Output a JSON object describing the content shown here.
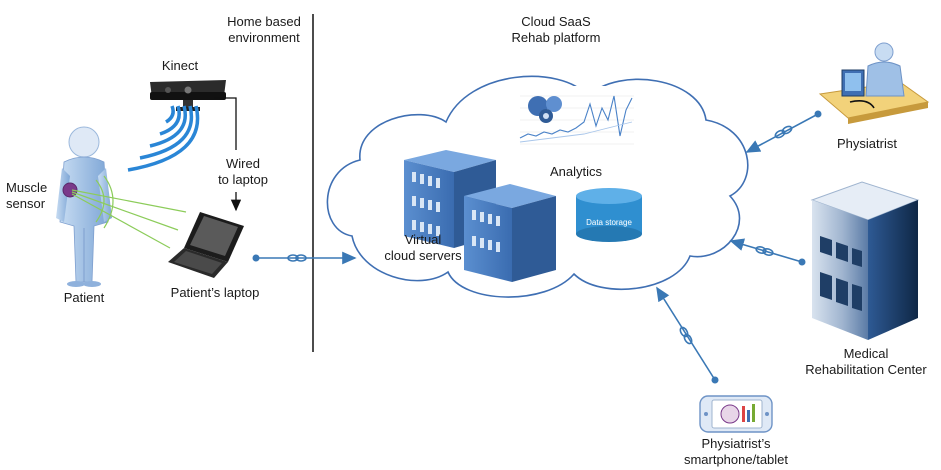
{
  "labels": {
    "home_env_line1": "Home based",
    "home_env_line2": "environment",
    "cloud_line1": "Cloud SaaS",
    "cloud_line2": "Rehab platform",
    "kinect": "Kinect",
    "wired_line1": "Wired",
    "wired_line2": "to laptop",
    "muscle_line1": "Muscle",
    "muscle_line2": "sensor",
    "patient": "Patient",
    "patients_laptop": "Patient’s laptop",
    "analytics": "Analytics",
    "data_storage": "Data storage",
    "virtual_line1": "Virtual",
    "virtual_line2": "cloud servers",
    "physiatrist": "Physiatrist",
    "medical_line1": "Medical",
    "medical_line2": "Rehabilitation Center",
    "phone_line1": "Physiatrist’s",
    "phone_line2": "smartphone/tablet"
  },
  "colors": {
    "connector": "#3a78b5",
    "server_blue": "#3f6fb3",
    "storage_blue": "#2f8fd0",
    "kinect_waves": "#2a86d6",
    "sensor_lines": "#8ccc5a",
    "patient_body": "#a9c7ea",
    "building_dark": "#1f3e66"
  },
  "icons": [
    "kinect-icon",
    "patient-icon",
    "laptop-icon",
    "server-icon",
    "database-icon",
    "analytics-chart-icon",
    "physiatrist-desk-icon",
    "building-icon",
    "smartphone-icon",
    "chain-link-icon"
  ]
}
